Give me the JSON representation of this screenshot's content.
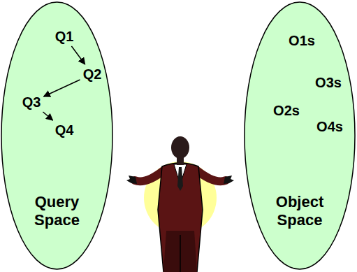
{
  "diagram": {
    "nodes": [
      {
        "text": [
          "Query Space"
        ]
      },
      {
        "text": [
          "Q1"
        ],
        "in": 0
      },
      {
        "text": [
          "Q2"
        ],
        "in": 0
      },
      {
        "text": [
          "Q3"
        ],
        "in": 0
      },
      {
        "text": [
          "Q4"
        ],
        "in": 0
      },
      {
        "text": [
          "Object Space"
        ]
      },
      {
        "text": [
          "O1s"
        ],
        "in": 5
      },
      {
        "text": [
          "O2s"
        ],
        "in": 5
      },
      {
        "text": [
          "O3s"
        ],
        "in": 5
      },
      {
        "text": [
          "O4s"
        ],
        "in": 5
      }
    ],
    "edges": [
      {
        "from": 1,
        "to": 2,
        "arrow": "to"
      },
      {
        "from": 2,
        "to": 3,
        "arrow": "to"
      },
      {
        "from": 3,
        "to": 4,
        "arrow": "to"
      }
    ]
  }
}
